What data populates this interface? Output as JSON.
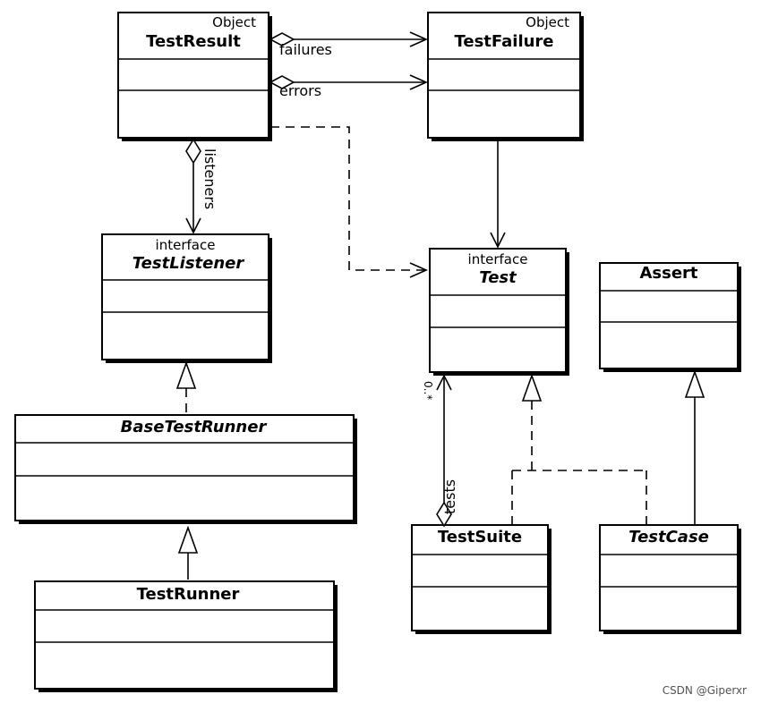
{
  "classes": {
    "test_result": {
      "stereotype": "Object",
      "name": "TestResult"
    },
    "test_failure": {
      "stereotype": "Object",
      "name": "TestFailure"
    },
    "test_listener": {
      "stereotype": "interface",
      "name": "TestListener"
    },
    "test": {
      "stereotype": "interface",
      "name": "Test"
    },
    "assert": {
      "name": "Assert"
    },
    "base_test_runner": {
      "name": "BaseTestRunner"
    },
    "test_runner": {
      "name": "TestRunner"
    },
    "test_suite": {
      "name": "TestSuite"
    },
    "test_case": {
      "name": "TestCase"
    }
  },
  "relations": {
    "failures": "failures",
    "errors": "errors",
    "listeners": "listeners",
    "tests": "tests",
    "tests_multiplicity": "0..*"
  },
  "watermark": "CSDN @Giperxr"
}
